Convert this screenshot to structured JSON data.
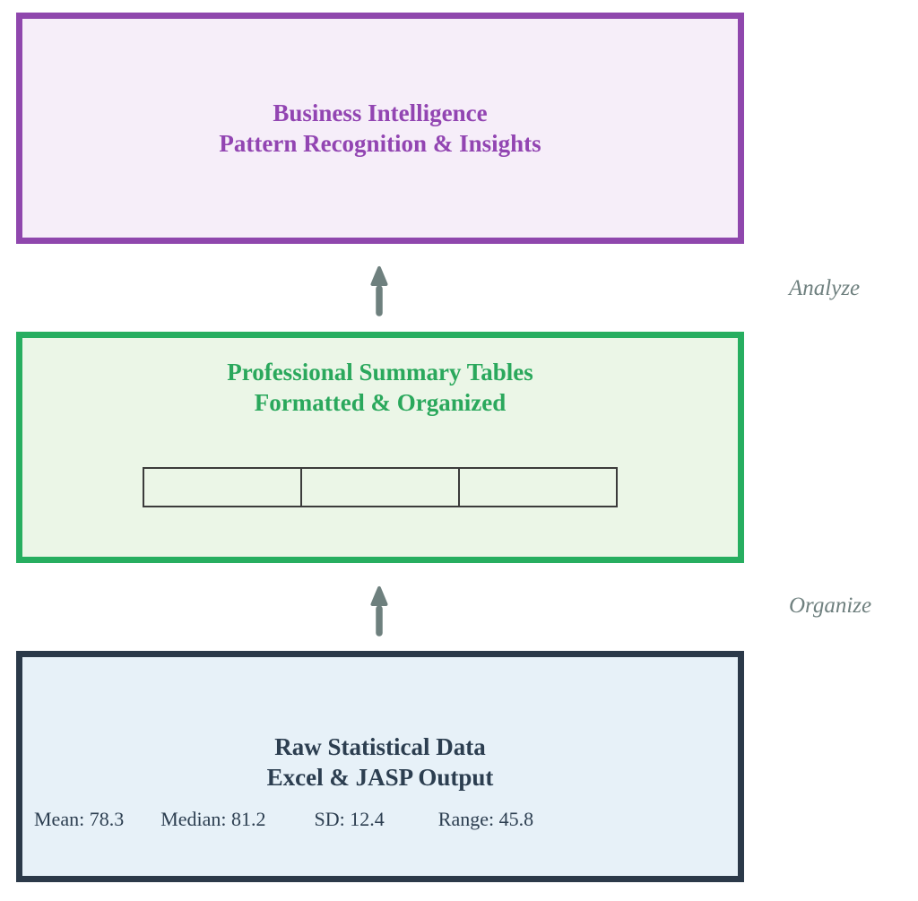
{
  "flow": {
    "arrow_color": "#6e807e",
    "label_color": "#6f807f",
    "steps": [
      {
        "label": "Analyze"
      },
      {
        "label": "Organize"
      }
    ]
  },
  "layers": [
    {
      "name": "Business Intelligence",
      "title_line1": "Business Intelligence",
      "title_line2": "Pattern Recognition & Insights",
      "border_color": "#8f47ad",
      "bg_color": "#f6eef9",
      "text_color": "#9245b2"
    },
    {
      "name": "Professional Summary Tables",
      "title_line1": "Professional Summary Tables",
      "title_line2": "Formatted & Organized",
      "border_color": "#27ae60",
      "bg_color": "#ebf6e7",
      "text_color": "#2aa85c",
      "table": {
        "cells": 3,
        "border_color": "#3b3b3b"
      }
    },
    {
      "name": "Raw Statistical Data",
      "title_line1": "Raw Statistical Data",
      "title_line2": "Excel & JASP Output",
      "border_color": "#2b3949",
      "bg_color": "#e7f1f8",
      "text_color": "#2c3e50",
      "stats": [
        "Mean: 78.3",
        "Median: 81.2",
        "SD: 12.4",
        "Range: 45.8"
      ]
    }
  ]
}
